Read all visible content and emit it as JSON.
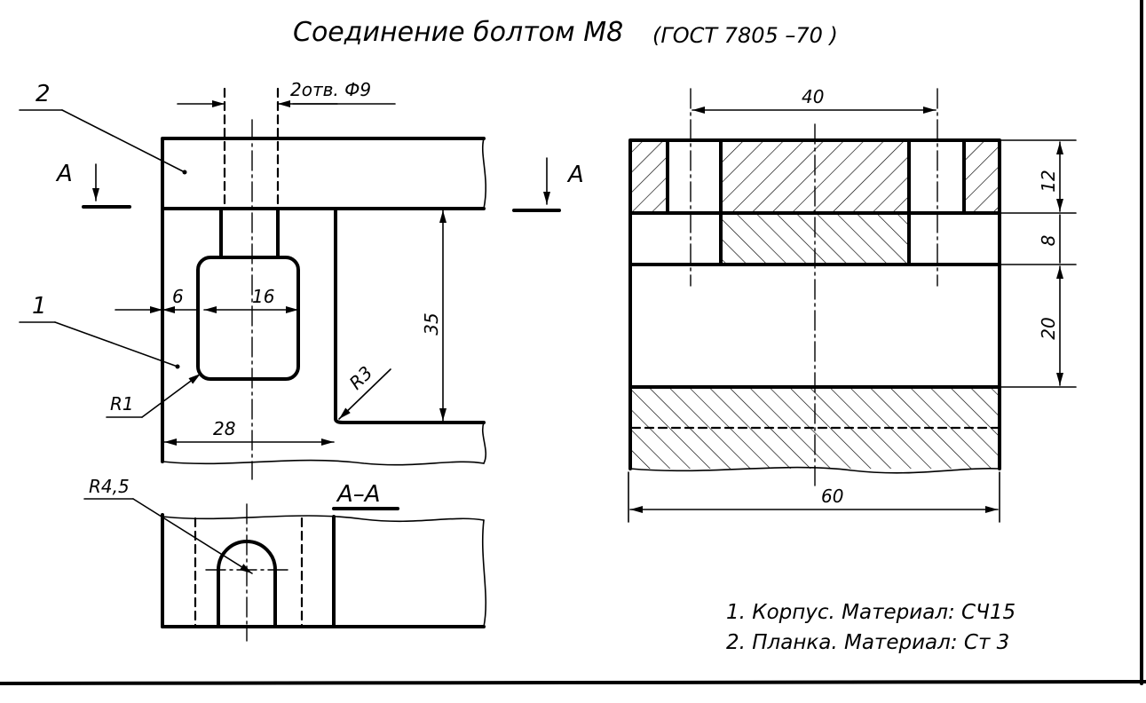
{
  "title": "Соединение болтом М8",
  "title_std": "(ГОСТ 7805 –70 )",
  "holes_label": "2отв. Ф9",
  "section_letter": "А",
  "section_title": "А–А",
  "part_numbers": [
    "2",
    "1"
  ],
  "dims": {
    "d6": "6",
    "d16": "16",
    "d35": "35",
    "d28": "28",
    "r1": "R1",
    "r3": "R3",
    "r45": "R4,5",
    "d40": "40",
    "d12": "12",
    "d8": "8",
    "d20": "20",
    "d60": "60"
  },
  "notes": [
    "1. Корпус. Материал: СЧ15",
    "2. Планка. Материал: Ст 3"
  ]
}
